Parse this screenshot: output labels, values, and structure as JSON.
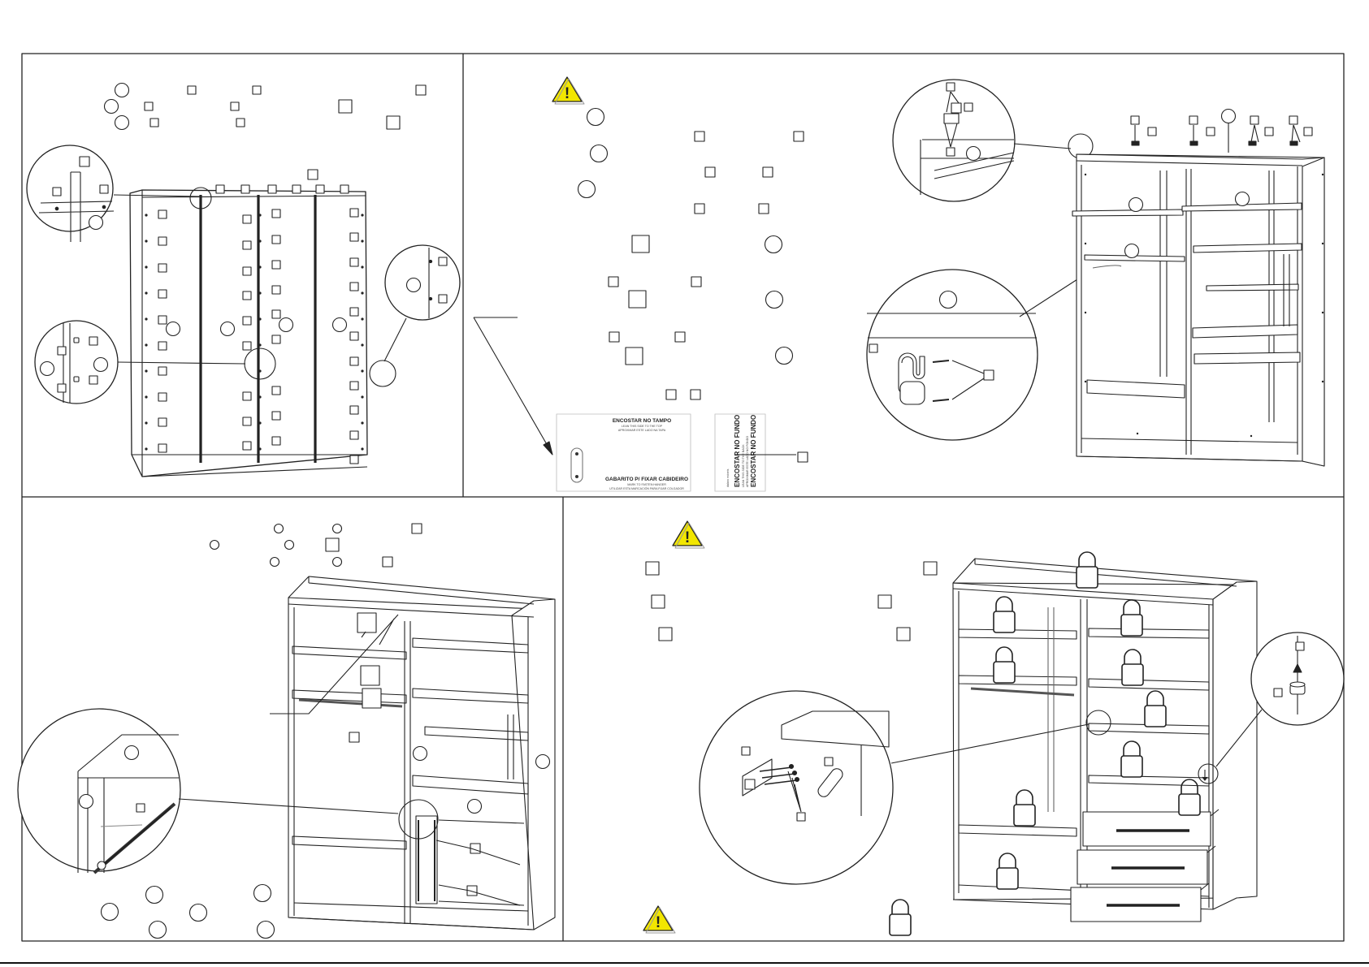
{
  "template": {
    "tampo_title": "ENCOSTAR NO TAMPO",
    "tampo_line1": "LEAN THIS SIDE TO THE TOP",
    "tampo_line2": "APROXIMAR ESTE LADO NA TAPA",
    "gabarito_title": "GABARITO P/ FIXAR CABIDEIRO",
    "gabarito_line1": "MARK TO FASTEN HANGER",
    "gabarito_line2": "UTILIZAR ESTA MARCACIÓN PARA FIJAR COLGADOR",
    "fundo_title": "ENCOSTAR NO FUNDO",
    "fundo_line1": "LEAN THIS SIDE TO THE BACK",
    "fundo_line2": "APROXIMAR ESTE LADO NO FONDO",
    "brand": "dalaro móveis"
  },
  "warnings": [
    {
      "symbol": "!"
    },
    {
      "symbol": "!"
    },
    {
      "symbol": "!"
    }
  ],
  "icons": [
    "warning-icon",
    "lock-icon",
    "screw-icon",
    "hanger-bracket-icon",
    "dowel-icon",
    "nut-icon"
  ]
}
